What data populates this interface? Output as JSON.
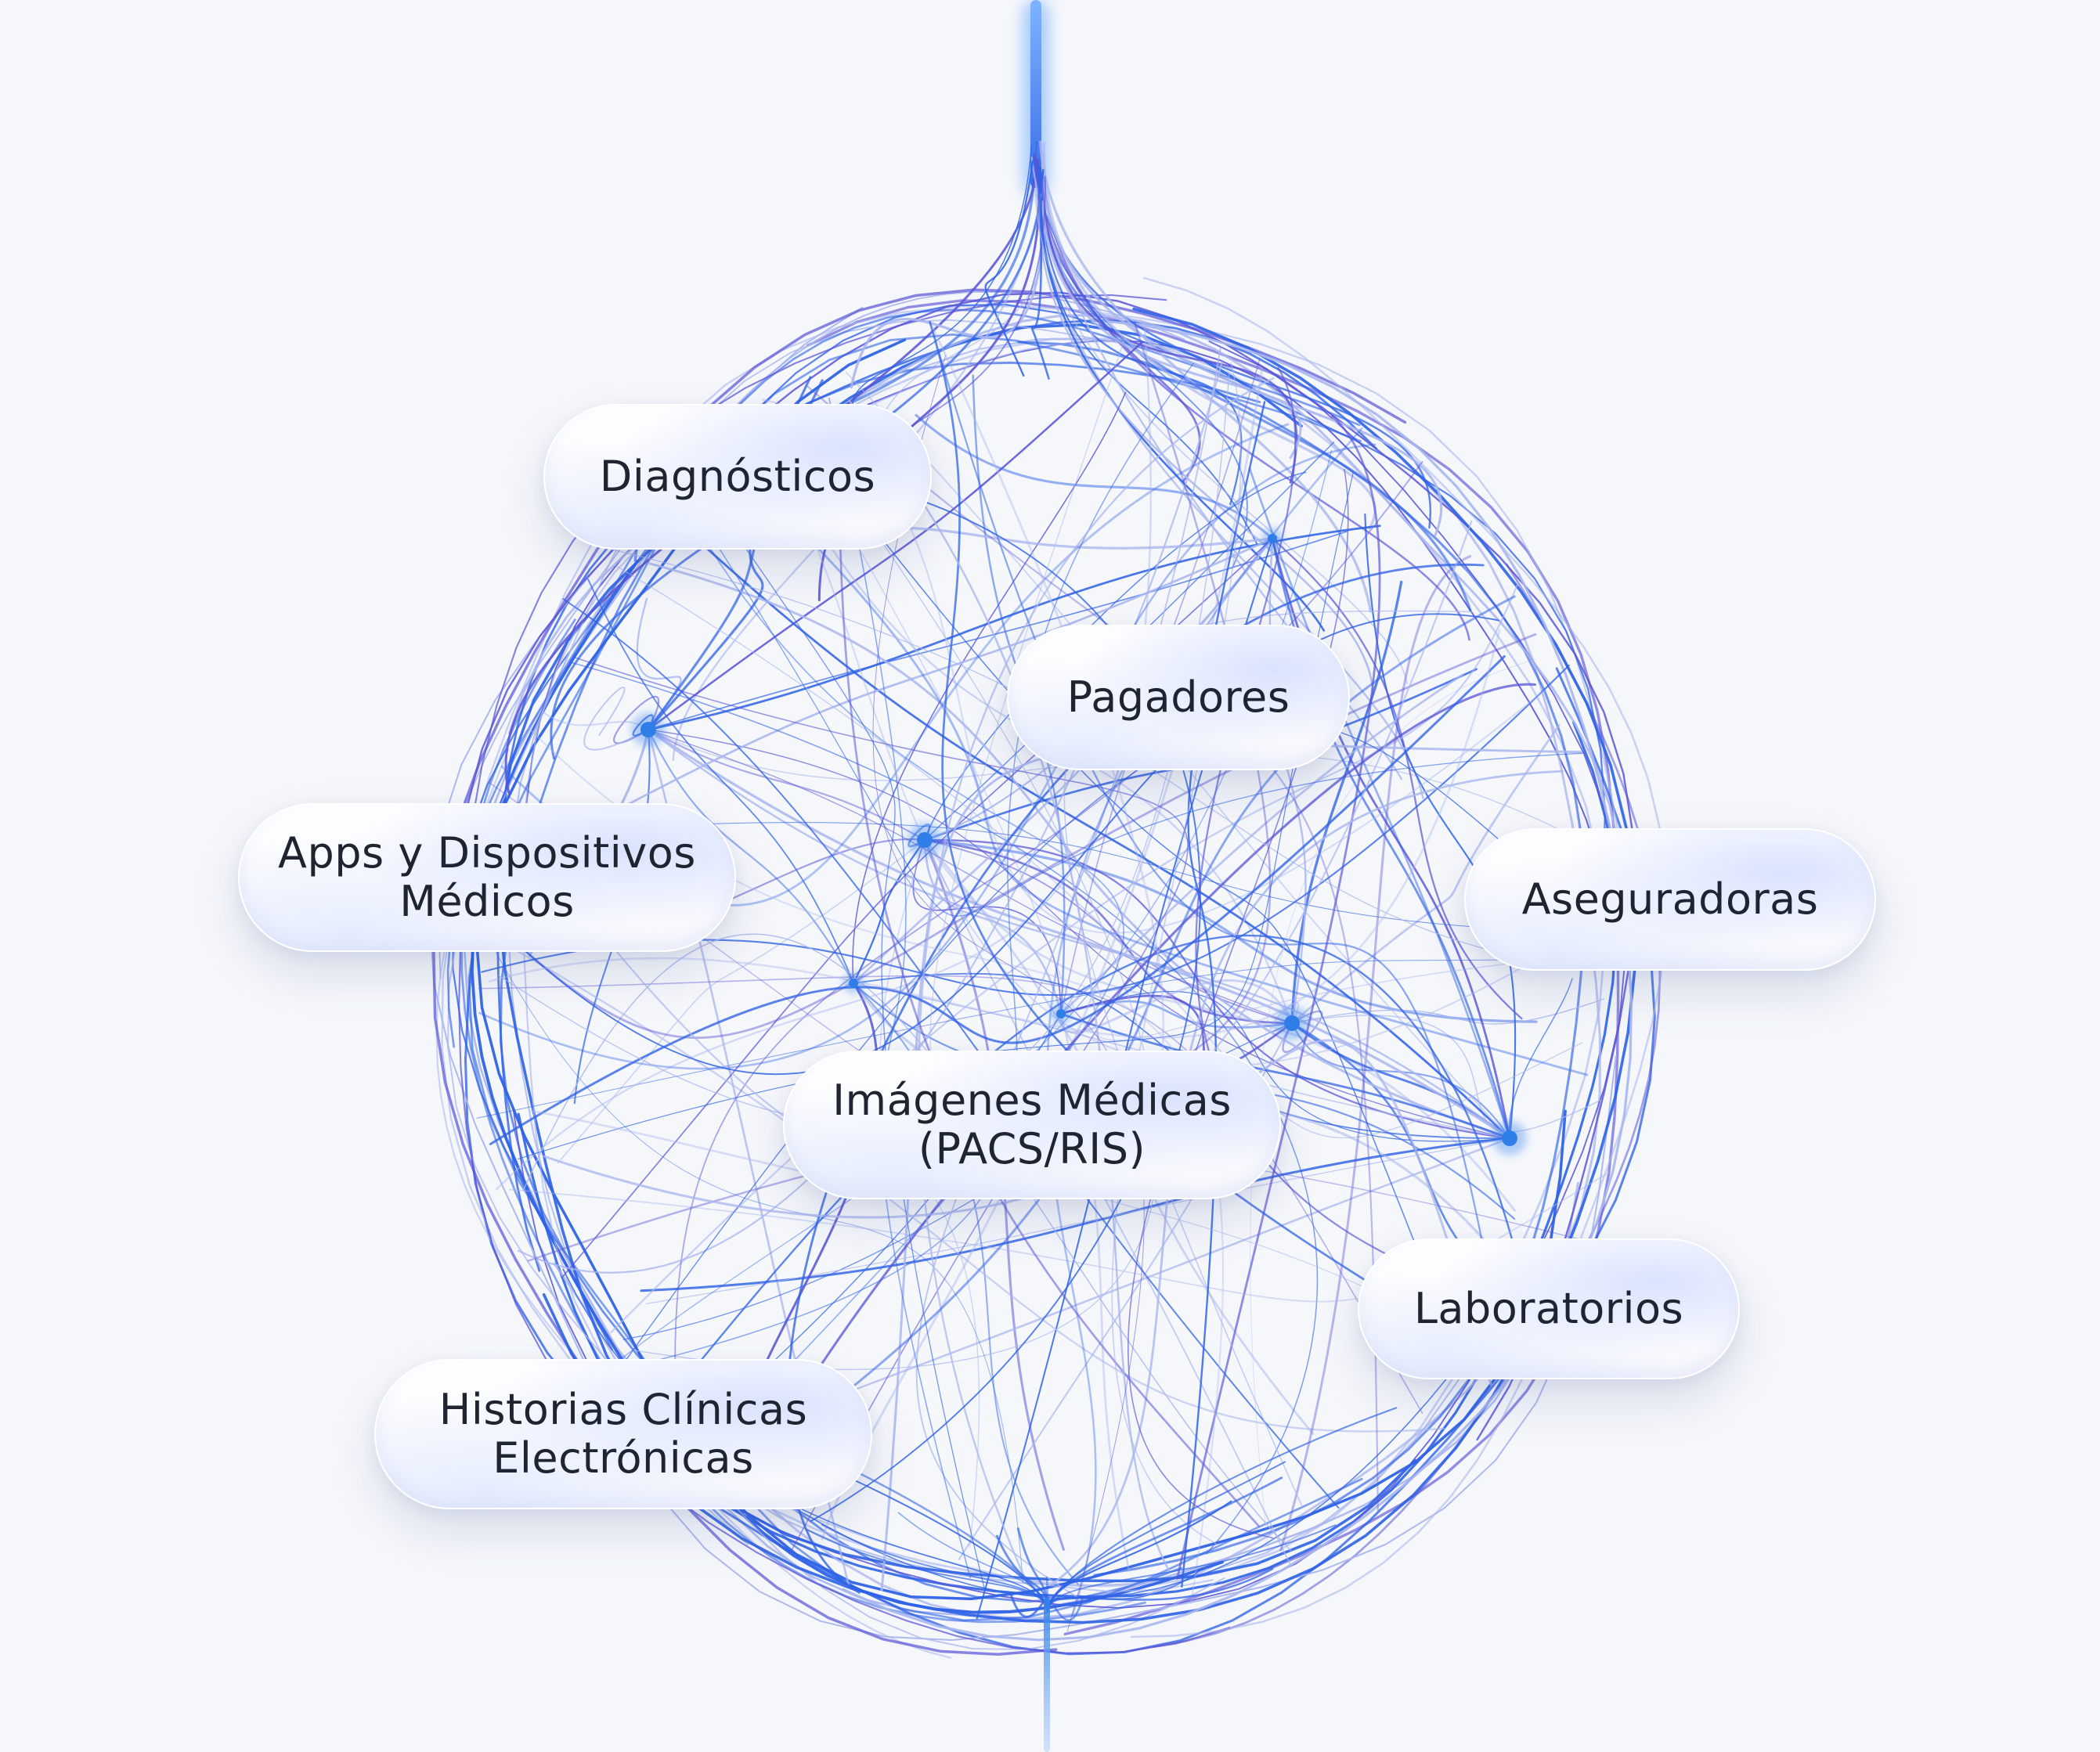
{
  "colors": {
    "background": "#f5f7fb",
    "line_primary": "#2f63e6",
    "line_secondary": "#5a55d6",
    "line_light": "#a9b6ee",
    "hub": "#2f7ee8",
    "label_text": "#1f2431"
  },
  "nodes": [
    {
      "id": "diagnosticos",
      "label": "Diagnósticos"
    },
    {
      "id": "pagadores",
      "label": "Pagadores"
    },
    {
      "id": "apps",
      "label": "Apps y Dispositivos\nMédicos"
    },
    {
      "id": "aseguradoras",
      "label": "Aseguradoras"
    },
    {
      "id": "imagenes",
      "label": "Imágenes Médicas\n(PACS/RIS)"
    },
    {
      "id": "laboratorios",
      "label": "Laboratorios"
    },
    {
      "id": "historias",
      "label": "Historias Clínicas\nElectrónicas"
    }
  ]
}
